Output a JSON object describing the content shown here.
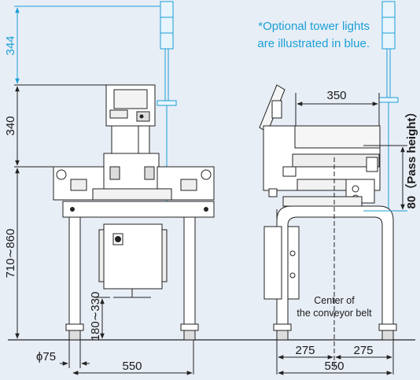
{
  "notes": {
    "tower_line1": "*Optional tower lights",
    "tower_line2": "are illustrated in blue.",
    "belt_line1": "Center of",
    "belt_line2": "the conveyor belt"
  },
  "front_view": {
    "dim_344": "344",
    "dim_340": "340",
    "dim_710_860": "710∼860",
    "dim_180_330": "180∼330",
    "dim_phi75": "ϕ75",
    "dim_550": "550"
  },
  "side_view": {
    "dim_350": "350",
    "dim_pass_height": "80（Pass height）",
    "dim_275_left": "275",
    "dim_275_right": "275",
    "dim_550": "550"
  },
  "colors": {
    "tower": "#1a9fd6",
    "line": "#222222",
    "background": "#e8eef6"
  }
}
